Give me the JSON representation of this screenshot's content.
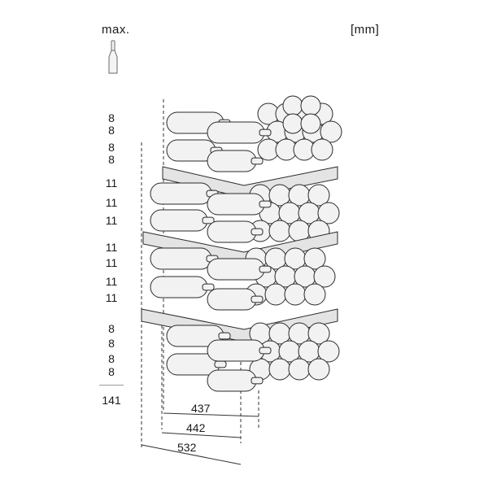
{
  "header": {
    "max_label": "max.",
    "unit_label": "[mm]"
  },
  "counts": [
    "8",
    "8",
    "8",
    "8",
    "11",
    "11",
    "11",
    "11",
    "11",
    "11",
    "11",
    "8",
    "8",
    "8",
    "8"
  ],
  "total": "141",
  "dimensions": [
    "437",
    "442",
    "532"
  ],
  "colors": {
    "stroke": "#2a2a2a",
    "bottle_fill": "#f2f2f2",
    "shelf_fill": "#e4e4e4"
  }
}
